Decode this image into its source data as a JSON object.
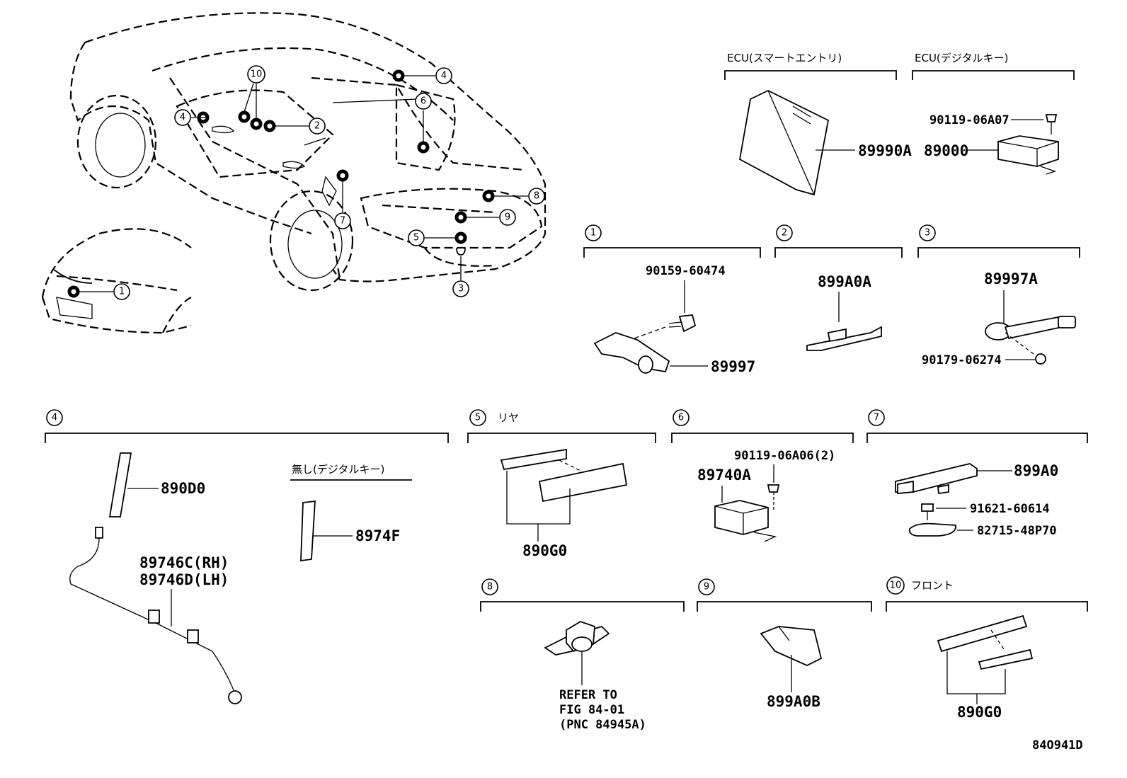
{
  "headers": {
    "ecu_smart_entry": "ECU(スマートエントリ)",
    "ecu_digital_key": "ECU(デジタルキー)",
    "group4_subheader": "無し(デジタルキー)",
    "group5_label": "リヤ",
    "group10_label": "フロント"
  },
  "callouts": [
    "1",
    "2",
    "3",
    "4",
    "5",
    "6",
    "7",
    "8",
    "9",
    "10"
  ],
  "parts": {
    "ecu_smart": "89990A",
    "ecu_digital": "89000",
    "ecu_digital_bolt": "90119-06A07",
    "g1_bolt": "90159-60474",
    "g1_sensor": "89997",
    "g2_antenna": "899A0A",
    "g3_sensor": "89997A",
    "g3_nut": "90179-06274",
    "g4_antenna": "890D0",
    "g4_harness_rh": "89746C(RH)",
    "g4_harness_lh": "89746D(LH)",
    "g4_antenna_alt": "8974F",
    "g5_oscillator": "890G0",
    "g6_bolt": "90119-06A06(2)",
    "g6_module": "89740A",
    "g7_antenna": "899A0",
    "g7_bolt": "91621-60614",
    "g7_bracket": "82715-48P70",
    "g8_refer_line1": "REFER TO",
    "g8_refer_line2": "FIG 84-01",
    "g8_refer_line3": "(PNC 84945A)",
    "g9_antenna": "899A0B",
    "g10_oscillator": "890G0"
  },
  "figure_id": "84O941D"
}
